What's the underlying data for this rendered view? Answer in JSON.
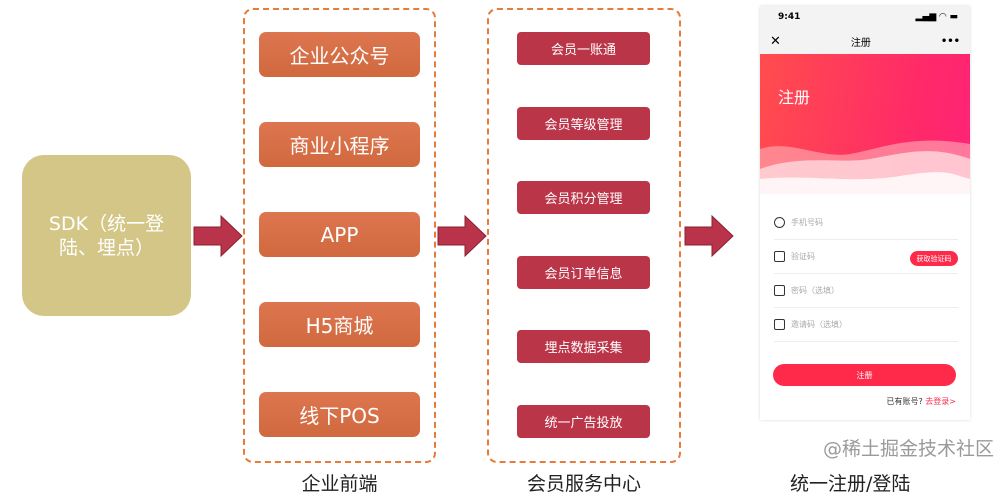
{
  "sdk": {
    "label": "SDK（统一登陆、埋点）"
  },
  "frontend": {
    "caption": "企业前端",
    "items": [
      "企业公众号",
      "商业小程序",
      "APP",
      "H5商城",
      "线下POS"
    ]
  },
  "member": {
    "caption": "会员服务中心",
    "items": [
      "会员一账通",
      "会员等级管理",
      "会员积分管理",
      "会员订单信息",
      "埋点数据采集",
      "统一广告投放"
    ]
  },
  "phone": {
    "caption": "统一注册/登陆",
    "time": "9:41",
    "nav_title": "注册",
    "hero_title": "注册",
    "fields": [
      {
        "icon": "phone-icon",
        "placeholder": "手机号码"
      },
      {
        "icon": "message-icon",
        "placeholder": "验证码"
      },
      {
        "icon": "lock-icon",
        "placeholder": "密码（选填）"
      },
      {
        "icon": "invite-code-icon",
        "placeholder": "邀请码（选填）"
      }
    ],
    "get_code": "获取验证码",
    "submit": "注册",
    "has_account": "已有账号?",
    "login_link": "去登录>"
  },
  "watermark": "@稀土掘金技术社区",
  "colors": {
    "sdk": "#d3c687",
    "frontend_button": "#d86e48",
    "member_button": "#bb3549",
    "arrow": "#b9334a",
    "dash": "#e87a3a",
    "accent": "#ff2a4a"
  }
}
